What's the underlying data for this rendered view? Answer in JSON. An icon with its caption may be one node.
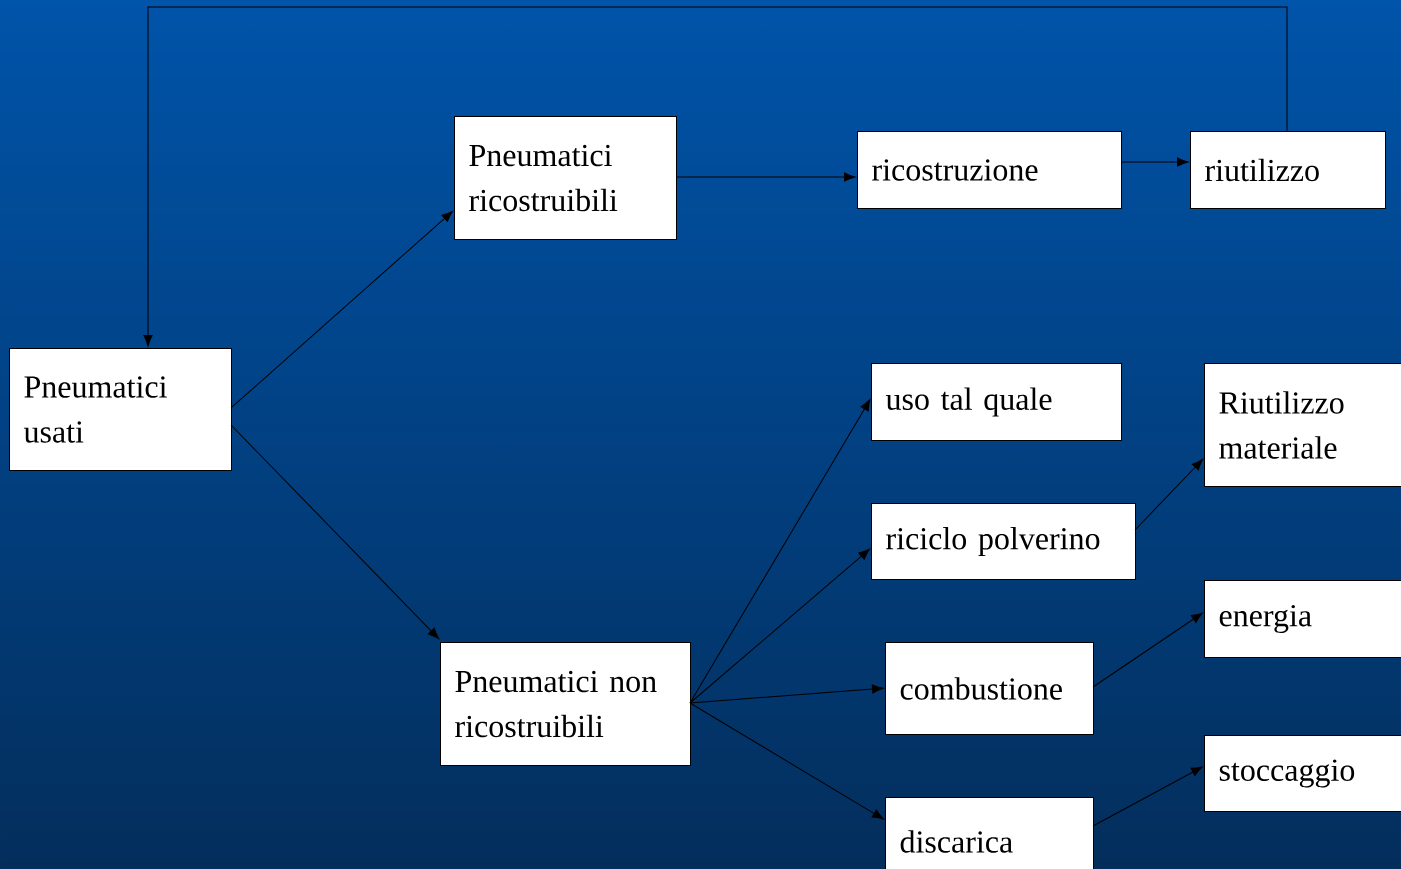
{
  "diagram": {
    "nodes": [
      {
        "text": [
          "Pneumatici usati"
        ]
      },
      {
        "text": [
          "Pneumatici ricostruibili"
        ]
      },
      {
        "text": [
          "ricostruzione"
        ]
      },
      {
        "text": [
          "riutilizzo"
        ]
      },
      {
        "text": [
          "Pneumatici non ricostruibili"
        ]
      },
      {
        "text": [
          "uso tal quale"
        ]
      },
      {
        "text": [
          "riciclo polverino"
        ]
      },
      {
        "text": [
          "combustione"
        ]
      },
      {
        "text": [
          "discarica"
        ]
      },
      {
        "text": [
          "Riutilizzo materiale"
        ]
      },
      {
        "text": [
          "energia"
        ]
      },
      {
        "text": [
          "stoccaggio"
        ]
      }
    ],
    "edges": [
      {
        "from": 0,
        "to": 1,
        "arrow": "to"
      },
      {
        "from": 0,
        "to": 4,
        "arrow": "to"
      },
      {
        "from": 1,
        "to": 2,
        "arrow": "to"
      },
      {
        "from": 2,
        "to": 3,
        "arrow": "to"
      },
      {
        "from": 3,
        "to": 0,
        "arrow": "to"
      },
      {
        "from": 4,
        "to": 5,
        "arrow": "to"
      },
      {
        "from": 4,
        "to": 6,
        "arrow": "to"
      },
      {
        "from": 4,
        "to": 7,
        "arrow": "to"
      },
      {
        "from": 4,
        "to": 8,
        "arrow": "to"
      },
      {
        "from": 6,
        "to": 9,
        "arrow": "to"
      },
      {
        "from": 7,
        "to": 10,
        "arrow": "to"
      },
      {
        "from": 8,
        "to": 11,
        "arrow": "to"
      }
    ]
  }
}
